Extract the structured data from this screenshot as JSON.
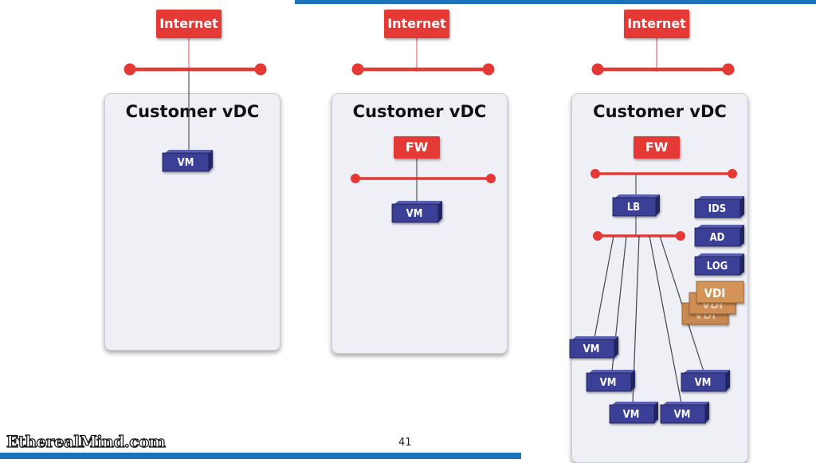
{
  "colors": {
    "accent_red": "#e53935",
    "vm_blue": "#3b3f96",
    "vdi_orange": "#d49459",
    "panel_bg": "#eef0f6",
    "brand_blue": "#1a73b8"
  },
  "panels": [
    {
      "title": "Customer vDC",
      "internet_label": "Internet",
      "vm_label": "VM"
    },
    {
      "title": "Customer vDC",
      "internet_label": "Internet",
      "fw_label": "FW",
      "vm_label": "VM"
    },
    {
      "title": "Customer vDC",
      "internet_label": "Internet",
      "fw_label": "FW",
      "lb_label": "LB",
      "services": [
        "IDS",
        "AD",
        "LOG"
      ],
      "vdi_label": "VDI",
      "vms": [
        "VM",
        "VM",
        "VM",
        "VM",
        "VM"
      ]
    }
  ],
  "page_number": "41",
  "logo_text": "EtherealMind.com"
}
